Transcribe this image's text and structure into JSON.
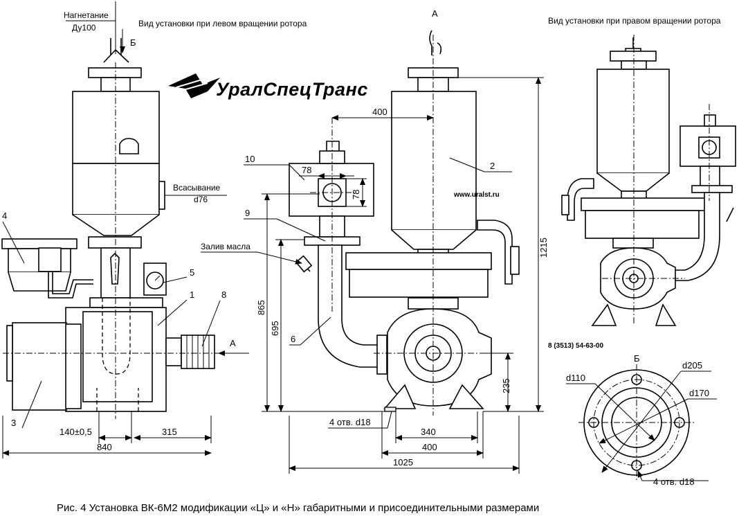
{
  "labels": {
    "discharge": "Нагнетание",
    "discharge_size": "Ду100",
    "arrow_b": "Б",
    "view_left": "Вид установки при левом вращении ротора",
    "view_a": "А",
    "view_right": "Вид установки при правом вращении ротора",
    "suction": "Всасывание",
    "suction_size": "d76",
    "oil_fill": "Залив масла",
    "arrow_a": "А",
    "website": "www.uralst.ru",
    "phone": "8 (3513) 54-63-00",
    "view_b": "Б"
  },
  "logo": {
    "text": "УралСпецТранс"
  },
  "parts": [
    "1",
    "2",
    "3",
    "4",
    "5",
    "6",
    "8",
    "9",
    "10"
  ],
  "dimensions": {
    "d140": "140±0,5",
    "d315": "315",
    "d840": "840",
    "d400_top": "400",
    "d78_h": "78",
    "d78_v": "78",
    "d865": "865",
    "d695": "695",
    "d1215": "1215",
    "d235": "235",
    "holes_left": "4 отв. d18",
    "d340": "340",
    "d400_bottom": "400",
    "d1025": "1025",
    "d110": "d110",
    "d205": "d205",
    "d170": "d170",
    "holes_flange": "4 отв. d18"
  },
  "caption": "Рис. 4 Установка ВК-6М2 модификации «Ц» и «Н» габаритными и присоединительными размерами"
}
